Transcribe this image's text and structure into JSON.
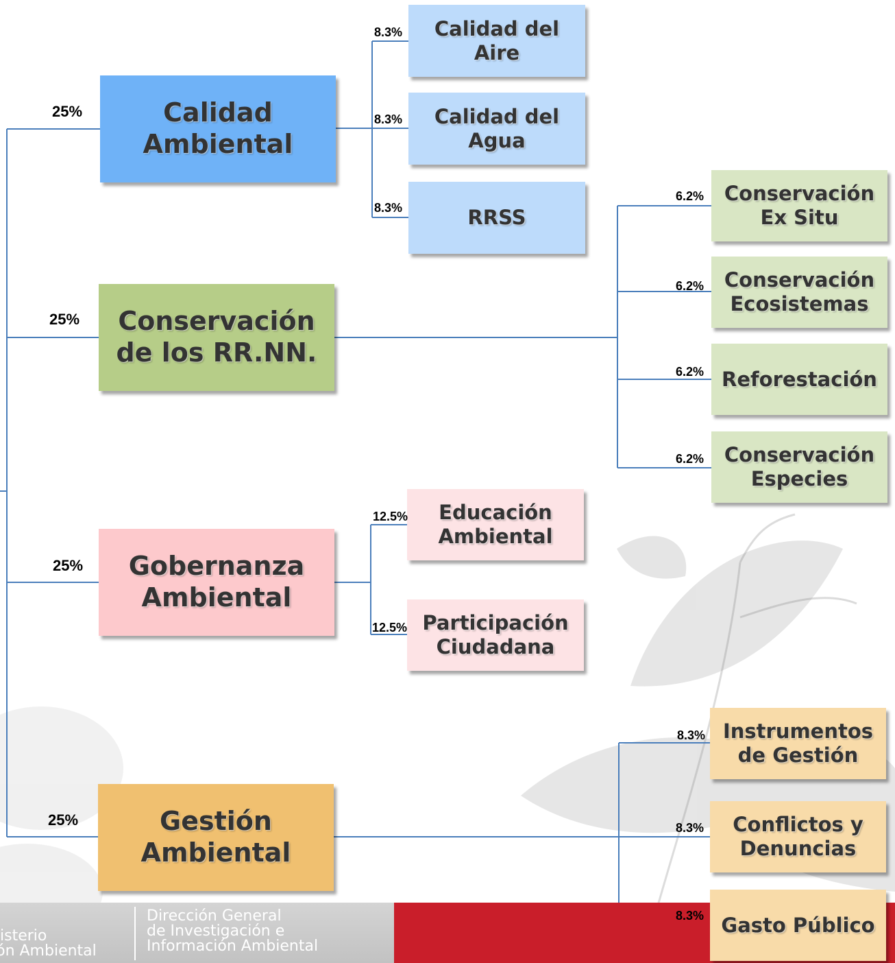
{
  "main_nodes": [
    {
      "id": "calidad",
      "label": [
        "Calidad",
        "Ambiental"
      ],
      "pct": "25%",
      "color": "#6fb2f7"
    },
    {
      "id": "conservacion",
      "label": [
        "Conservación",
        "de los RR.NN."
      ],
      "pct": "25%",
      "color": "#b6cd88"
    },
    {
      "id": "gobernanza",
      "label": [
        "Gobernanza",
        "Ambiental"
      ],
      "pct": "25%",
      "color": "#fdc9cc"
    },
    {
      "id": "gestion",
      "label": [
        "Gestión",
        "Ambiental"
      ],
      "pct": "25%",
      "color": "#f0c070"
    }
  ],
  "sub_nodes": {
    "calidad": [
      {
        "label": [
          "Calidad del",
          "Aire"
        ],
        "pct": "8.3%"
      },
      {
        "label": [
          "Calidad del",
          "Agua"
        ],
        "pct": "8.3%"
      },
      {
        "label": [
          "RRSS"
        ],
        "pct": "8.3%"
      }
    ],
    "conservacion": [
      {
        "label": [
          "Conservación",
          "Ex Situ"
        ],
        "pct": "6.2%"
      },
      {
        "label": [
          "Conservación",
          "Ecosistemas"
        ],
        "pct": "6.2%"
      },
      {
        "label": [
          "Reforestación"
        ],
        "pct": "6.2%"
      },
      {
        "label": [
          "Conservación",
          "Especies"
        ],
        "pct": "6.2%"
      }
    ],
    "gobernanza": [
      {
        "label": [
          "Educación",
          "Ambiental"
        ],
        "pct": "12.5%"
      },
      {
        "label": [
          "Participación",
          "Ciudadana"
        ],
        "pct": "12.5%"
      }
    ],
    "gestion": [
      {
        "label": [
          "Instrumentos",
          "de Gestión"
        ],
        "pct": "8.3%"
      },
      {
        "label": [
          "Conflictos y",
          "Denuncias"
        ],
        "pct": "8.3%"
      },
      {
        "label": [
          "Gasto Público"
        ],
        "pct": "8.3%"
      }
    ]
  },
  "footer": {
    "ministry_lines": [
      "isterio",
      "ión Ambiental"
    ],
    "direccion_lines": [
      "Dirección General",
      "de Investigación e",
      "Información Ambiental"
    ]
  },
  "colors": {
    "connector": "#4a7ebb",
    "footer_red": "#c91e2a",
    "footer_gray": "#c8c8c8"
  }
}
